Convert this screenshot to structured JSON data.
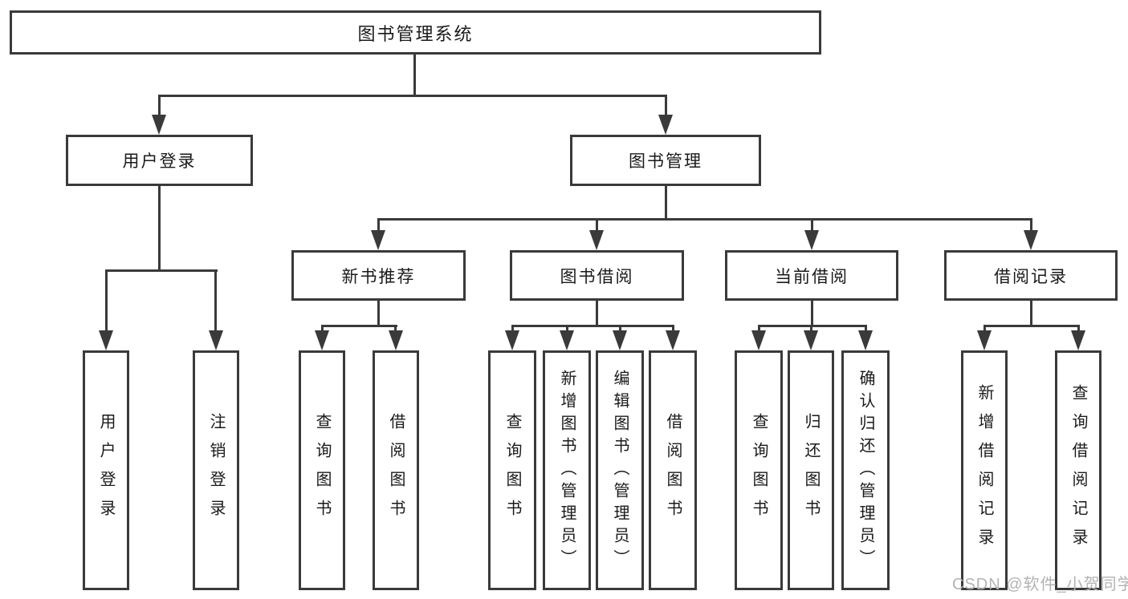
{
  "nodes": {
    "root": "图书管理系统",
    "user_login": "用户登录",
    "book_management": "图书管理",
    "new_book_recommend": "新书推荐",
    "book_borrow": "图书借阅",
    "current_borrow": "当前借阅",
    "borrow_records": "借阅记录",
    "leaves": {
      "user_login": [
        "用户登录",
        "注销登录"
      ],
      "new_book_recommend": [
        "查询图书",
        "借阅图书"
      ],
      "book_borrow": [
        "查询图书",
        "新增图书（管理员）",
        "编辑图书（管理员）",
        "借阅图书"
      ],
      "current_borrow": [
        "查询图书",
        "归还图书",
        "确认归还（管理员）"
      ],
      "borrow_records": [
        "新增借阅记录",
        "查询借阅记录"
      ]
    }
  },
  "watermark": "CSDN @软件_小贺同学",
  "colors": {
    "line": "#3a3a3a",
    "text": "#1a1a1a",
    "watermark": "#b3b3b3",
    "background": "#ffffff"
  }
}
